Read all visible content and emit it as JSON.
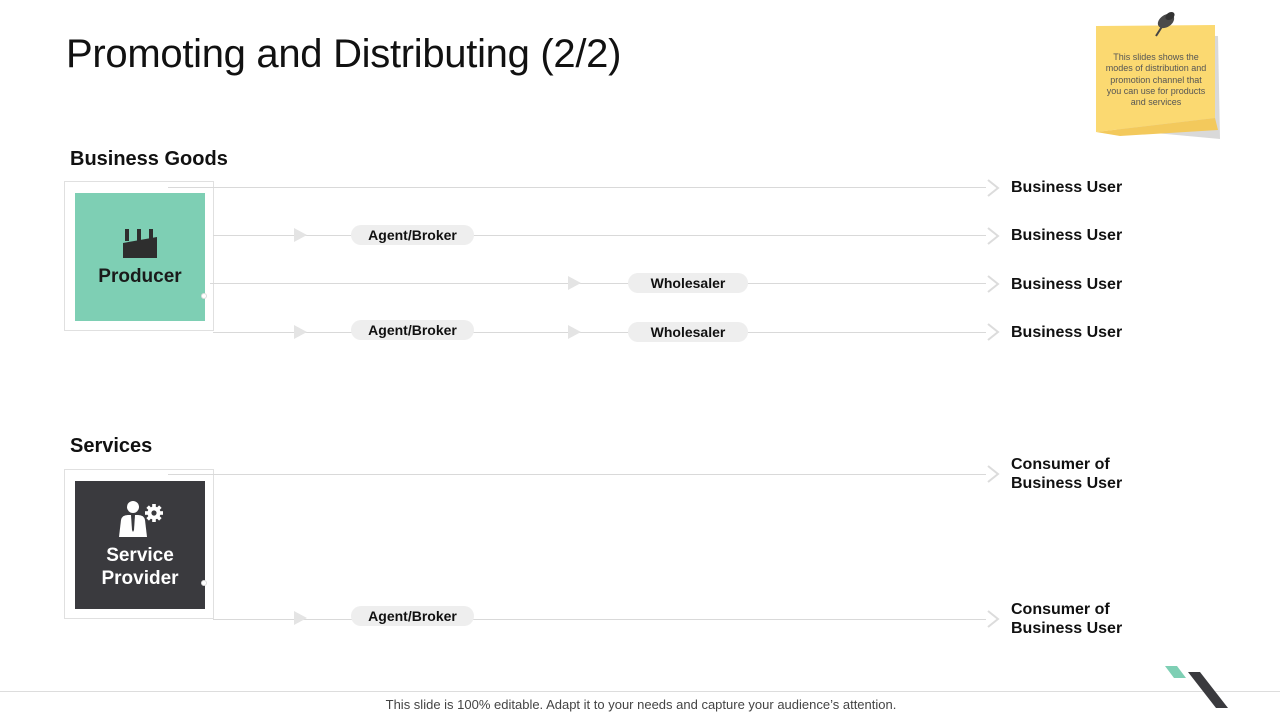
{
  "title": "Promoting and Distributing (2/2)",
  "note": {
    "text": "This slides shows the modes of distribution and promotion channel that you can use for products and services",
    "icon": "pushpin-icon",
    "color": "#fbd971"
  },
  "business_goods": {
    "heading": "Business Goods",
    "source": {
      "label": "Producer",
      "icon": "factory-icon",
      "color": "#7ecfb4"
    },
    "channels": [
      {
        "intermediaries": [],
        "destination": "Business User"
      },
      {
        "intermediaries": [
          "Agent/Broker"
        ],
        "destination": "Business User"
      },
      {
        "intermediaries": [
          "Wholesaler"
        ],
        "destination": "Business User"
      },
      {
        "intermediaries": [
          "Agent/Broker",
          "Wholesaler"
        ],
        "destination": "Business User"
      }
    ]
  },
  "services": {
    "heading": "Services",
    "source": {
      "label_line1": "Service",
      "label_line2": "Provider",
      "icon": "businessman-gear-icon",
      "color": "#3a3a3e"
    },
    "channels": [
      {
        "intermediaries": [],
        "destination_line1": "Consumer of",
        "destination_line2": "Business User"
      },
      {
        "intermediaries": [
          "Agent/Broker"
        ],
        "destination_line1": "Consumer of",
        "destination_line2": "Business User"
      }
    ]
  },
  "footer": "This slide is 100% editable. Adapt it to your needs and capture your audience’s attention.",
  "logo_icon": "brand-slash-logo"
}
